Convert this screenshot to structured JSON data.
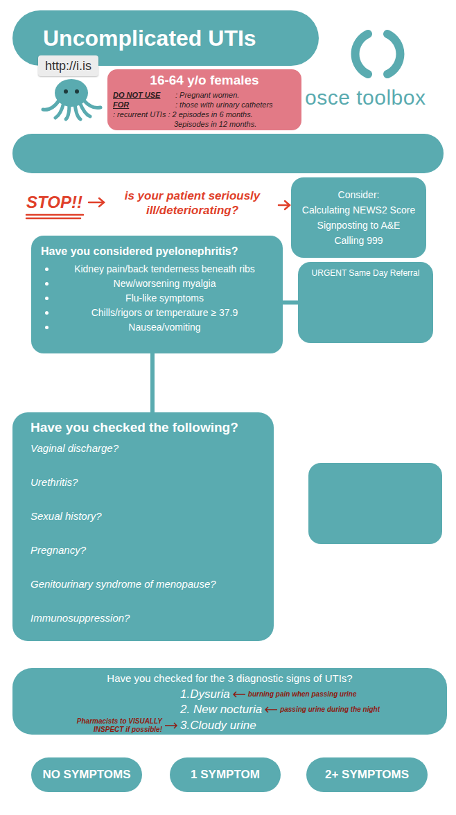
{
  "diagram": {
    "nodes": [
      {
        "text": [
          "Uncomplicated UTIs"
        ]
      },
      {
        "text": [
          "16-64 y/o females",
          "DO NOT USE FOR",
          ": Pregnant women.",
          ": those with urinary catheters",
          ": recurrent UTIs : 2 episodes in 6 months.",
          "3episodes in 12 months."
        ]
      },
      {
        "text": [
          "Consider:",
          "Calculating NEWS2 Score",
          "Signposting to A&E",
          "Calling 999"
        ]
      },
      {
        "text": [
          "Have you considered pyelonephritis?",
          "Kidney pain/back tenderness beneath ribs",
          "New/worsening myalgia",
          "Flu-like symptoms",
          "Chills/rigors or temperature ≥ 37.9",
          "Nausea/vomiting"
        ]
      },
      {
        "text": [
          "URGENT Same Day Referral"
        ]
      },
      {
        "text": [
          "Have you checked the following?",
          "Vaginal discharge?",
          "Urethritis?",
          "Sexual history?",
          "Pregnancy?",
          "Genitourinary syndrome of menopause?",
          "Immunosuppression?"
        ]
      },
      {
        "text": [
          "Have you checked for the 3 diagnostic signs of UTIs?",
          "1.Dysuria",
          "burning pain when passing urine",
          "2. New nocturia",
          "passing urine during the night",
          "3.Cloudy urine",
          "Pharmacists to VISUALLY INSPECT if possible!"
        ]
      },
      {
        "text": [
          "NO SYMPTOMS"
        ]
      },
      {
        "text": [
          "1 SYMPTOM"
        ]
      },
      {
        "text": [
          "2+ SYMPTOMS"
        ]
      }
    ],
    "edges": [
      {
        "from": 3,
        "to": 4,
        "arrow": "none"
      },
      {
        "from": 3,
        "to": 5,
        "arrow": "none"
      }
    ],
    "labels": [
      "http://i.is",
      "osce toolbox",
      "STOP!!",
      "is your patient seriously ill/deteriorating?"
    ]
  }
}
